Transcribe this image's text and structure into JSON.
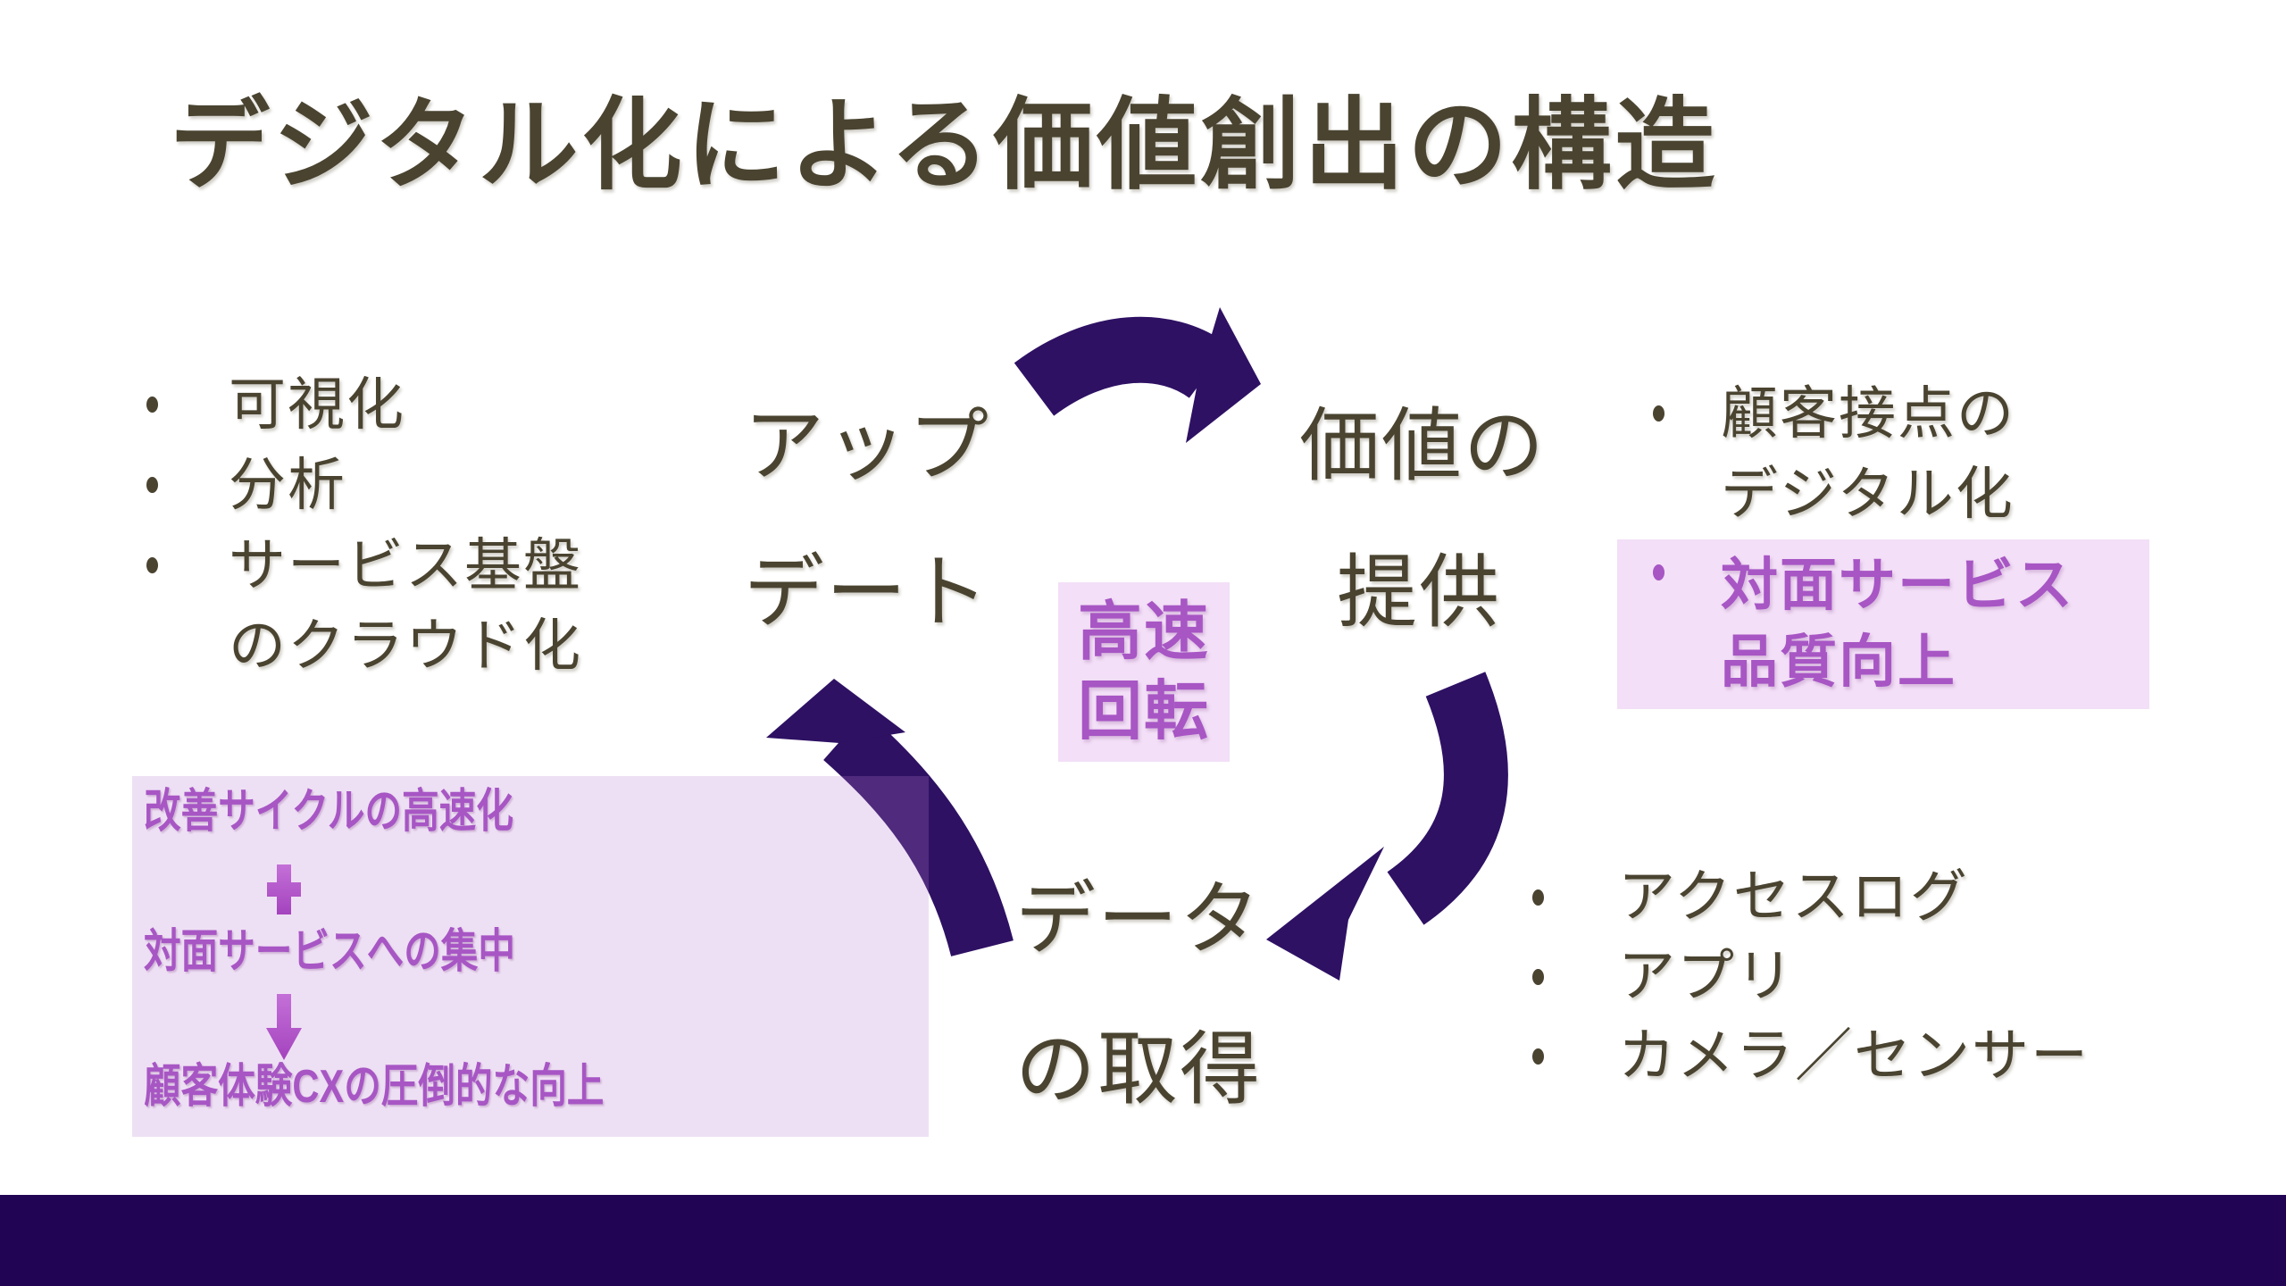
{
  "title": "デジタル化による価値創出の構造",
  "left_list": {
    "items": [
      "可視化",
      "分析",
      "サービス基盤\nのクラウド化"
    ]
  },
  "cycle": {
    "update": {
      "line1": "アップ",
      "line2": "デート"
    },
    "value": {
      "line1": "価値の",
      "line2": "提供"
    },
    "data": {
      "line1": "データ",
      "line2": "の取得"
    },
    "center_badge": {
      "line1": "高速",
      "line2": "回転"
    },
    "arrow_icons": [
      "curved-arrow-right-icon",
      "curved-arrow-down-left-icon",
      "curved-arrow-up-icon"
    ]
  },
  "right_list": {
    "item1": "顧客接点の\nデジタル化",
    "item2_highlighted": "対面サービス\n品質向上"
  },
  "bottom_right_list": {
    "items": [
      "アクセスログ",
      "アプリ",
      "カメラ／センサー"
    ]
  },
  "result_box": {
    "line1": "改善サイクルの高速化",
    "plus_icon": "plus-icon",
    "line2": "対面サービスへの集中",
    "down_icon": "down-arrow-icon",
    "line3": "顧客体験CXの圧倒的な向上"
  },
  "colors": {
    "text_olive": "#494330",
    "accent_purple": "#a756c4",
    "arrow_purple": "#2e1163",
    "lavender_bg": "#f3dff7",
    "bottom_bar": "#220454"
  }
}
